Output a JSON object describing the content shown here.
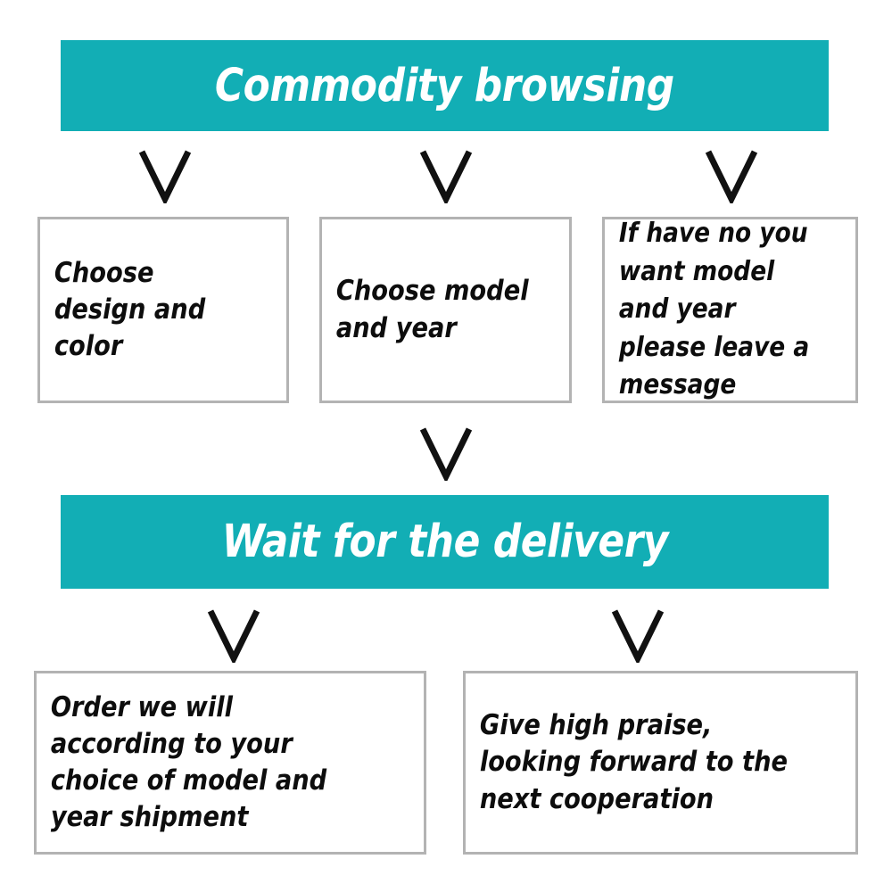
{
  "theme": {
    "banner_color": "#12aeb5",
    "banner_text_color": "#ffffff",
    "box_border_color": "#b3b3b3",
    "box_background": "#ffffff",
    "box_text_color": "#0d0d0d",
    "arrow_color": "#111111",
    "page_background": "#ffffff"
  },
  "flowchart": {
    "title": "Commodity browsing",
    "stages": [
      {
        "id": "stage-commodity-browsing",
        "type": "banner",
        "label": "Commodity browsing"
      },
      {
        "id": "stage-choices",
        "type": "box-row",
        "boxes": [
          {
            "id": "box-design",
            "label": "Choose design and color"
          },
          {
            "id": "box-model",
            "label": "Choose model and year"
          },
          {
            "id": "box-message",
            "label": "If have no you want model and year please leave a message"
          }
        ]
      },
      {
        "id": "stage-wait-delivery",
        "type": "banner",
        "label": "Wait for the delivery"
      },
      {
        "id": "stage-outcomes",
        "type": "box-row",
        "boxes": [
          {
            "id": "box-shipment",
            "label": "Order we will according to your choice of model and year shipment"
          },
          {
            "id": "box-praise",
            "label": "Give high praise, looking forward to the next cooperation"
          }
        ]
      }
    ],
    "connectors": [
      {
        "id": "arrow-to-design",
        "icon": "chevron-down-icon",
        "from": "stage-commodity-browsing",
        "to": "box-design"
      },
      {
        "id": "arrow-to-model",
        "icon": "chevron-down-icon",
        "from": "stage-commodity-browsing",
        "to": "box-model"
      },
      {
        "id": "arrow-to-message",
        "icon": "chevron-down-icon",
        "from": "stage-commodity-browsing",
        "to": "box-message"
      },
      {
        "id": "arrow-to-delivery",
        "icon": "chevron-down-icon",
        "from": "box-model",
        "to": "stage-wait-delivery"
      },
      {
        "id": "arrow-to-shipment",
        "icon": "chevron-down-icon",
        "from": "stage-wait-delivery",
        "to": "box-shipment"
      },
      {
        "id": "arrow-to-praise",
        "icon": "chevron-down-icon",
        "from": "stage-wait-delivery",
        "to": "box-praise"
      }
    ]
  }
}
